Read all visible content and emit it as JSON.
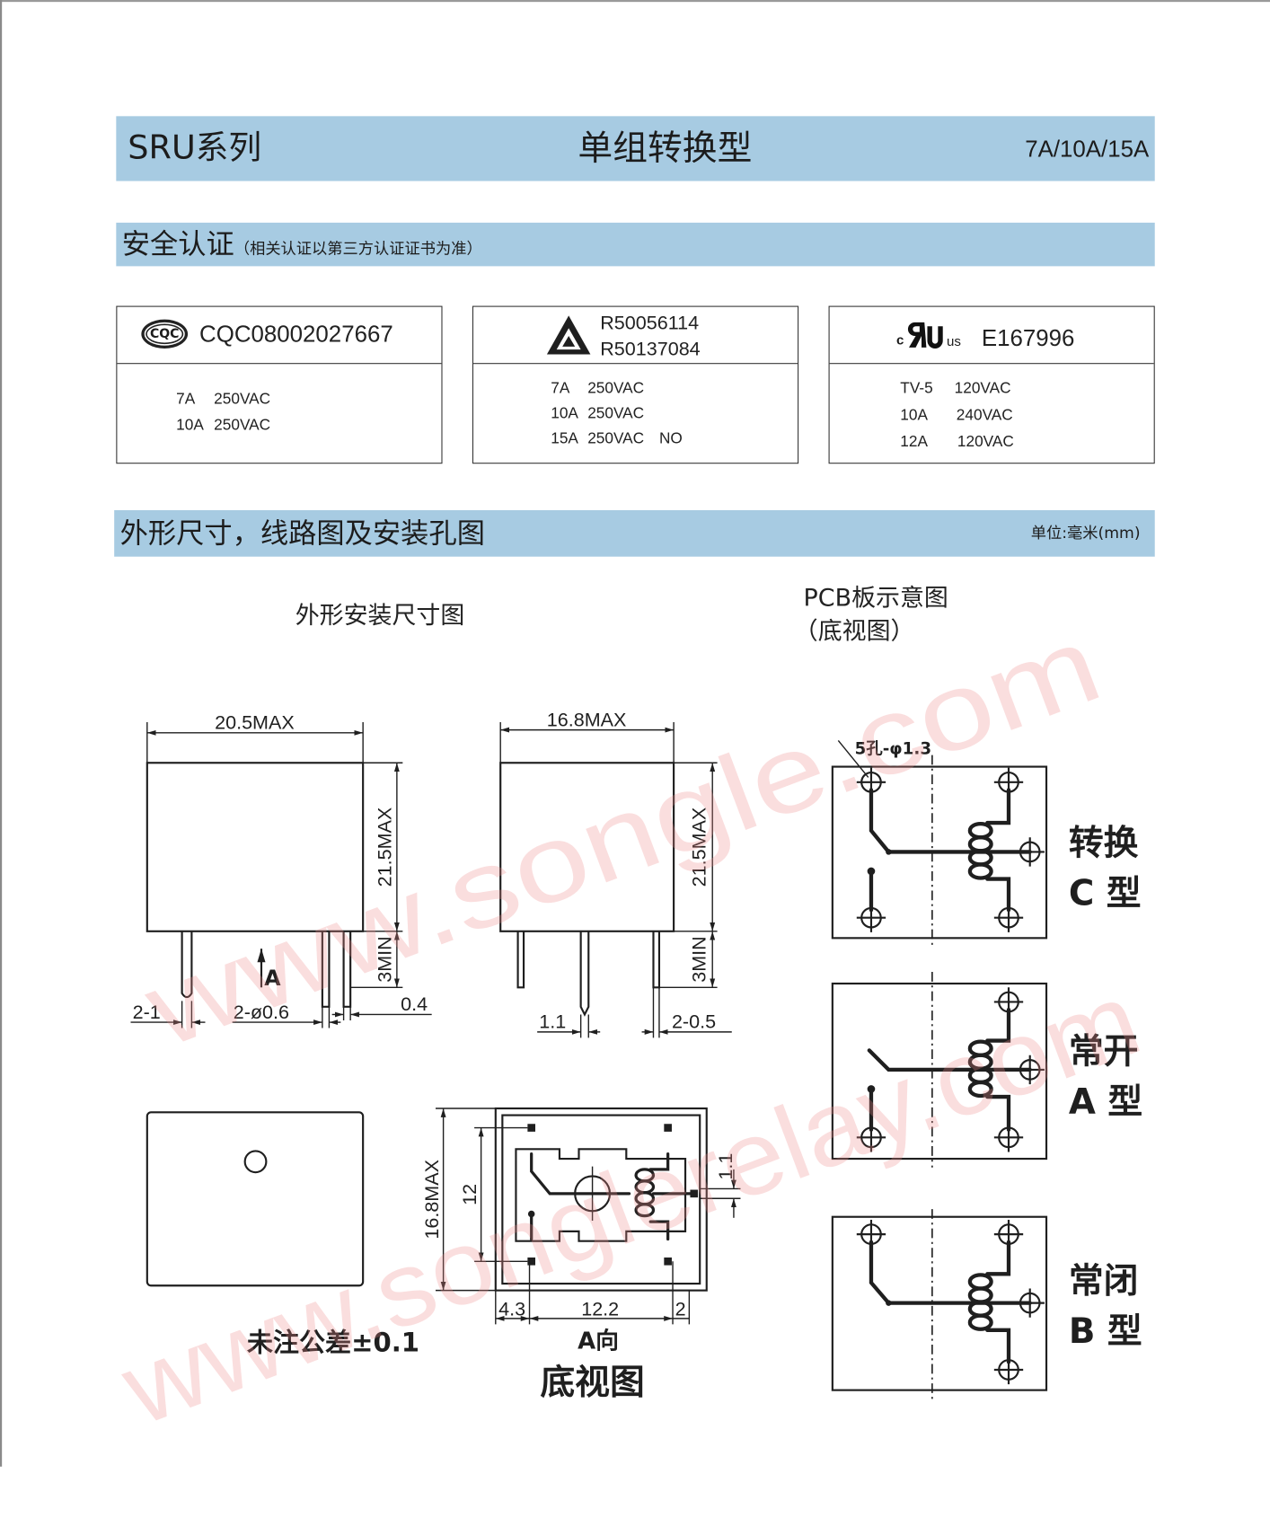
{
  "header": {
    "series": "SRU系列",
    "type": "单组转换型",
    "ratings": "7A/10A/15A"
  },
  "safety": {
    "title": "安全认证",
    "note": "（相关认证以第三方认证证书为准）"
  },
  "certs": [
    {
      "logo_icon": "cqc-logo",
      "logo_text": "CQC",
      "numbers": [
        "CQC08002027667"
      ],
      "rows": [
        [
          "7A",
          "250VAC"
        ],
        [
          "10A",
          "250VAC"
        ]
      ]
    },
    {
      "logo_icon": "triangle-mark-logo",
      "numbers": [
        "R50056114",
        "R50137084"
      ],
      "rows": [
        [
          "7A",
          "250VAC"
        ],
        [
          "10A",
          "250VAC"
        ],
        [
          "15A",
          "250VAC",
          "NO"
        ]
      ]
    },
    {
      "logo_icon": "ul-recognized-logo",
      "logo_prefix": "c",
      "logo_suffix": "us",
      "numbers": [
        "E167996"
      ],
      "rows": [
        [
          "TV-5",
          "120VAC"
        ],
        [
          "10A",
          "240VAC"
        ],
        [
          "12A",
          "120VAC"
        ]
      ]
    }
  ],
  "dimensions": {
    "title": "外形尺寸，线路图及安装孔图",
    "unit": "单位:毫米(mm)"
  },
  "drawings": {
    "outline_title": "外形安装尺寸图",
    "pcb_title": "PCB板示意图",
    "pcb_subtitle": "（底视图）",
    "front": {
      "width": "20.5MAX",
      "height": "21.5MAX",
      "pin_len": "3MIN",
      "pitch": "2-1",
      "pin_dia": "2-ø0.6",
      "pin_thk": "0.4",
      "arrow": "A"
    },
    "side": {
      "width": "16.8MAX",
      "height": "21.5MAX",
      "pin_len": "3MIN",
      "offset": "1.1",
      "pin_w": "2-0.5"
    },
    "tolerance": "未注公差±0.1",
    "bottom": {
      "height": "16.8MAX",
      "pitch_v": "12",
      "offset": "1.1",
      "left": "4.3",
      "mid": "12.2",
      "right": "2",
      "direction": "A向",
      "title": "底视图"
    },
    "pcb": {
      "holes": "5孔-φ1.3",
      "types": [
        {
          "name": "转换",
          "code": "C 型"
        },
        {
          "name": "常开",
          "code": "A 型"
        },
        {
          "name": "常闭",
          "code": "B 型"
        }
      ]
    }
  },
  "watermark": [
    "www.songle.com",
    "www.songlerelay.com"
  ],
  "colors": {
    "bar": "#a7cbe2",
    "line": "#1f1f1f",
    "watermark": "#f08c8c"
  }
}
